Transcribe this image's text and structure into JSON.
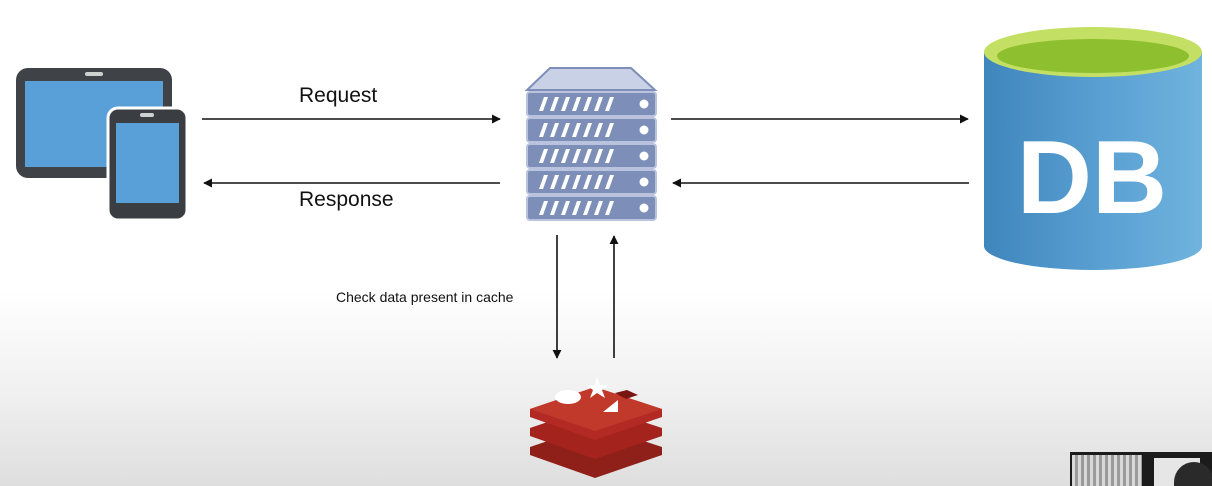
{
  "labels": {
    "request": "Request",
    "response": "Response",
    "cache_check": "Check data present in cache",
    "db": "DB"
  },
  "colors": {
    "device_frame": "#3f4246",
    "screen_blue": "#5aa0d8",
    "server_body": "#7d8fb8",
    "db_blue": "#4f95c8",
    "db_top": "#a8cf3a",
    "redis_red": "#b22a23",
    "arrow": "#111111"
  },
  "icons": {
    "client": "tablet-phone-icon",
    "server": "server-rack-icon",
    "database": "database-cylinder-icon",
    "cache": "redis-cache-icon"
  }
}
